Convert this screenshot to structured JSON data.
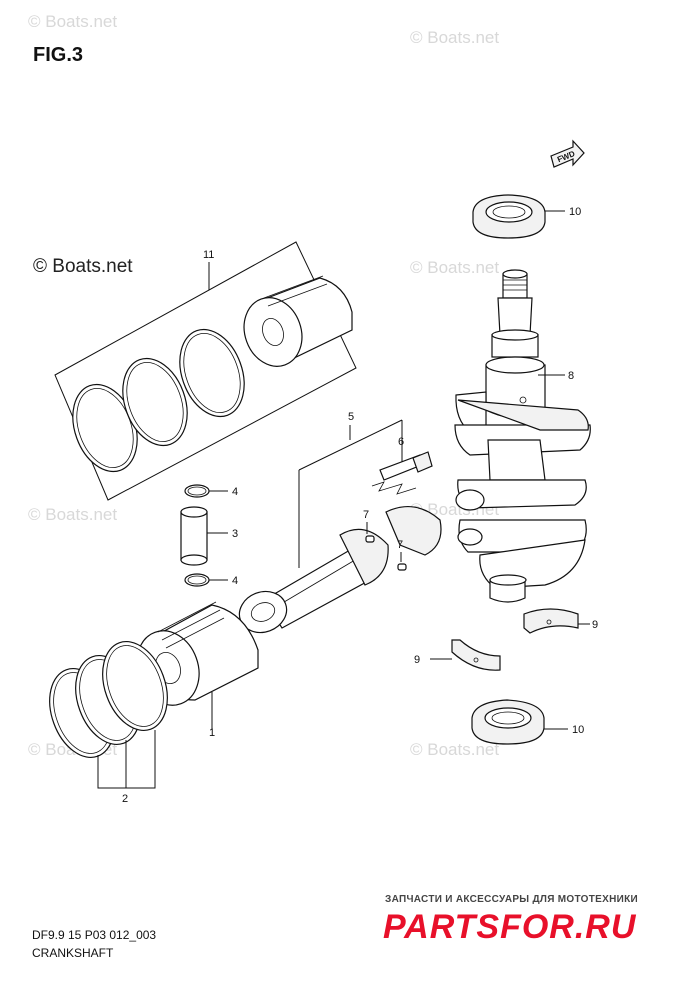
{
  "figure": {
    "title": "FIG.3",
    "code": "DF9.9 15 P03 012_003",
    "name": "CRANKSHAFT"
  },
  "watermarks": {
    "copyright": "© Boats.net",
    "repeated": "© Boats.net"
  },
  "direction_tag": "FWD",
  "callouts": [
    {
      "number": "1",
      "part": "piston"
    },
    {
      "number": "2",
      "part": "piston-rings"
    },
    {
      "number": "3",
      "part": "piston-pin"
    },
    {
      "number": "4",
      "part": "piston-pin-circlip"
    },
    {
      "number": "4",
      "part": "piston-pin-circlip"
    },
    {
      "number": "5",
      "part": "connecting-rod"
    },
    {
      "number": "6",
      "part": "connecting-rod-bolt"
    },
    {
      "number": "7",
      "part": "dowel-pin"
    },
    {
      "number": "7",
      "part": "dowel-pin"
    },
    {
      "number": "8",
      "part": "crankshaft"
    },
    {
      "number": "9",
      "part": "bearing"
    },
    {
      "number": "9",
      "part": "bearing"
    },
    {
      "number": "10",
      "part": "oil-seal"
    },
    {
      "number": "10",
      "part": "oil-seal"
    },
    {
      "number": "11",
      "part": "piston-set"
    }
  ],
  "shop_banner": {
    "tagline": "ЗАПЧАСТИ И АКСЕССУАРЫ ДЛЯ МОТОТЕХНИКИ",
    "logo": "PARTSFOR.RU",
    "logo_color": "#e8102a"
  }
}
